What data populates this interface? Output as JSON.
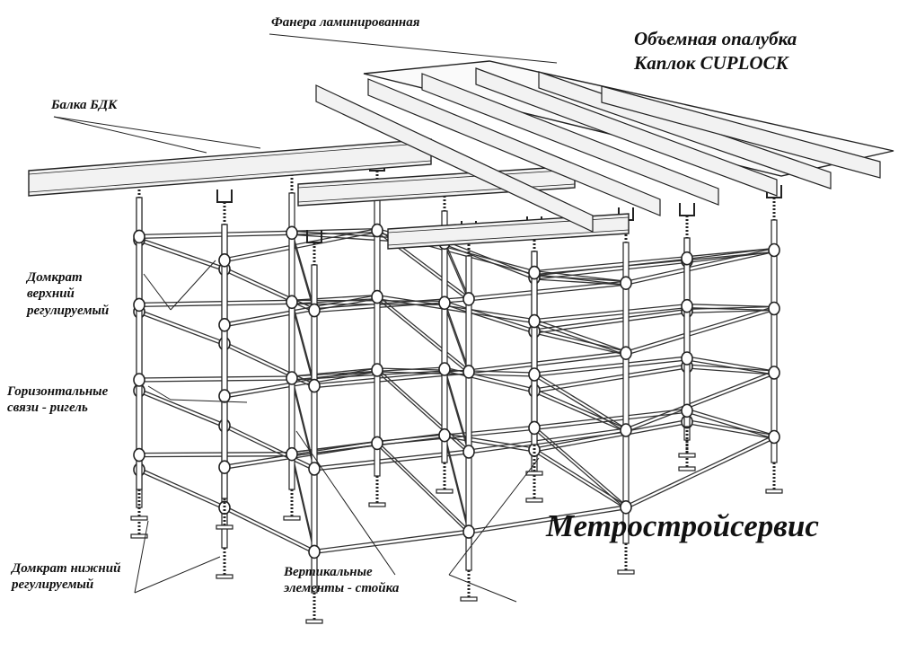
{
  "title_lines": [
    "Объемная опалубка",
    "Каплок CUPLOCK"
  ],
  "brand": "Метростройсервис",
  "labels": {
    "plywood": "Фанера ламинированная",
    "beam": "Балка БДК",
    "top_jack": [
      "Домкрат",
      "верхний",
      "регулируемый"
    ],
    "ledger": [
      "Горизонтальные",
      "связи - ригель"
    ],
    "bottom_jack": [
      "Домкрат нижний",
      "регулируемый"
    ],
    "standard": [
      "Вертикальные",
      "элементы - стойка"
    ]
  },
  "colors": {
    "line": "#222222",
    "beam_fill": "#f2f2f2",
    "background": "#ffffff"
  }
}
